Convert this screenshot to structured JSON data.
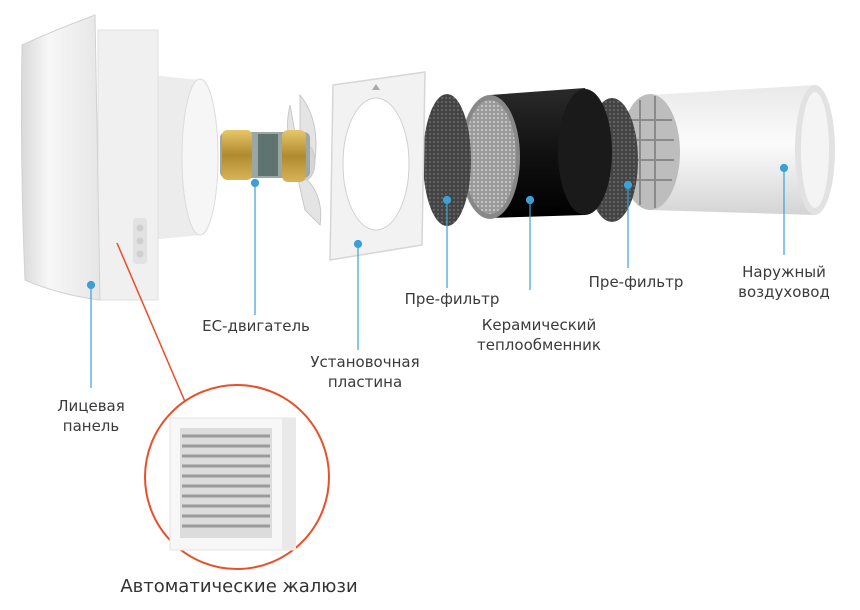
{
  "labels": {
    "front_panel": [
      "Лицевая",
      "панель"
    ],
    "ec_motor": "ЕС-двигатель",
    "mount_plate": [
      "Установочная",
      "пластина"
    ],
    "prefilter_1": "Пре-фильтр",
    "ceramic_exchanger": [
      "Керамический",
      "теплообменник"
    ],
    "prefilter_2": "Пре-фильтр",
    "outer_duct": [
      "Наружный",
      "воздуховод"
    ],
    "auto_louvers": "Автоматические жалюзи"
  },
  "colors": {
    "leader_line": "#3aa0d8",
    "callout_line": "#e8502a",
    "callout_ring": "#e8502a",
    "panel_white": "#f4f4f4",
    "ceramic_dark": "#161616",
    "filter_gray": "#5a5a5a",
    "brass": "#c9a24a"
  }
}
